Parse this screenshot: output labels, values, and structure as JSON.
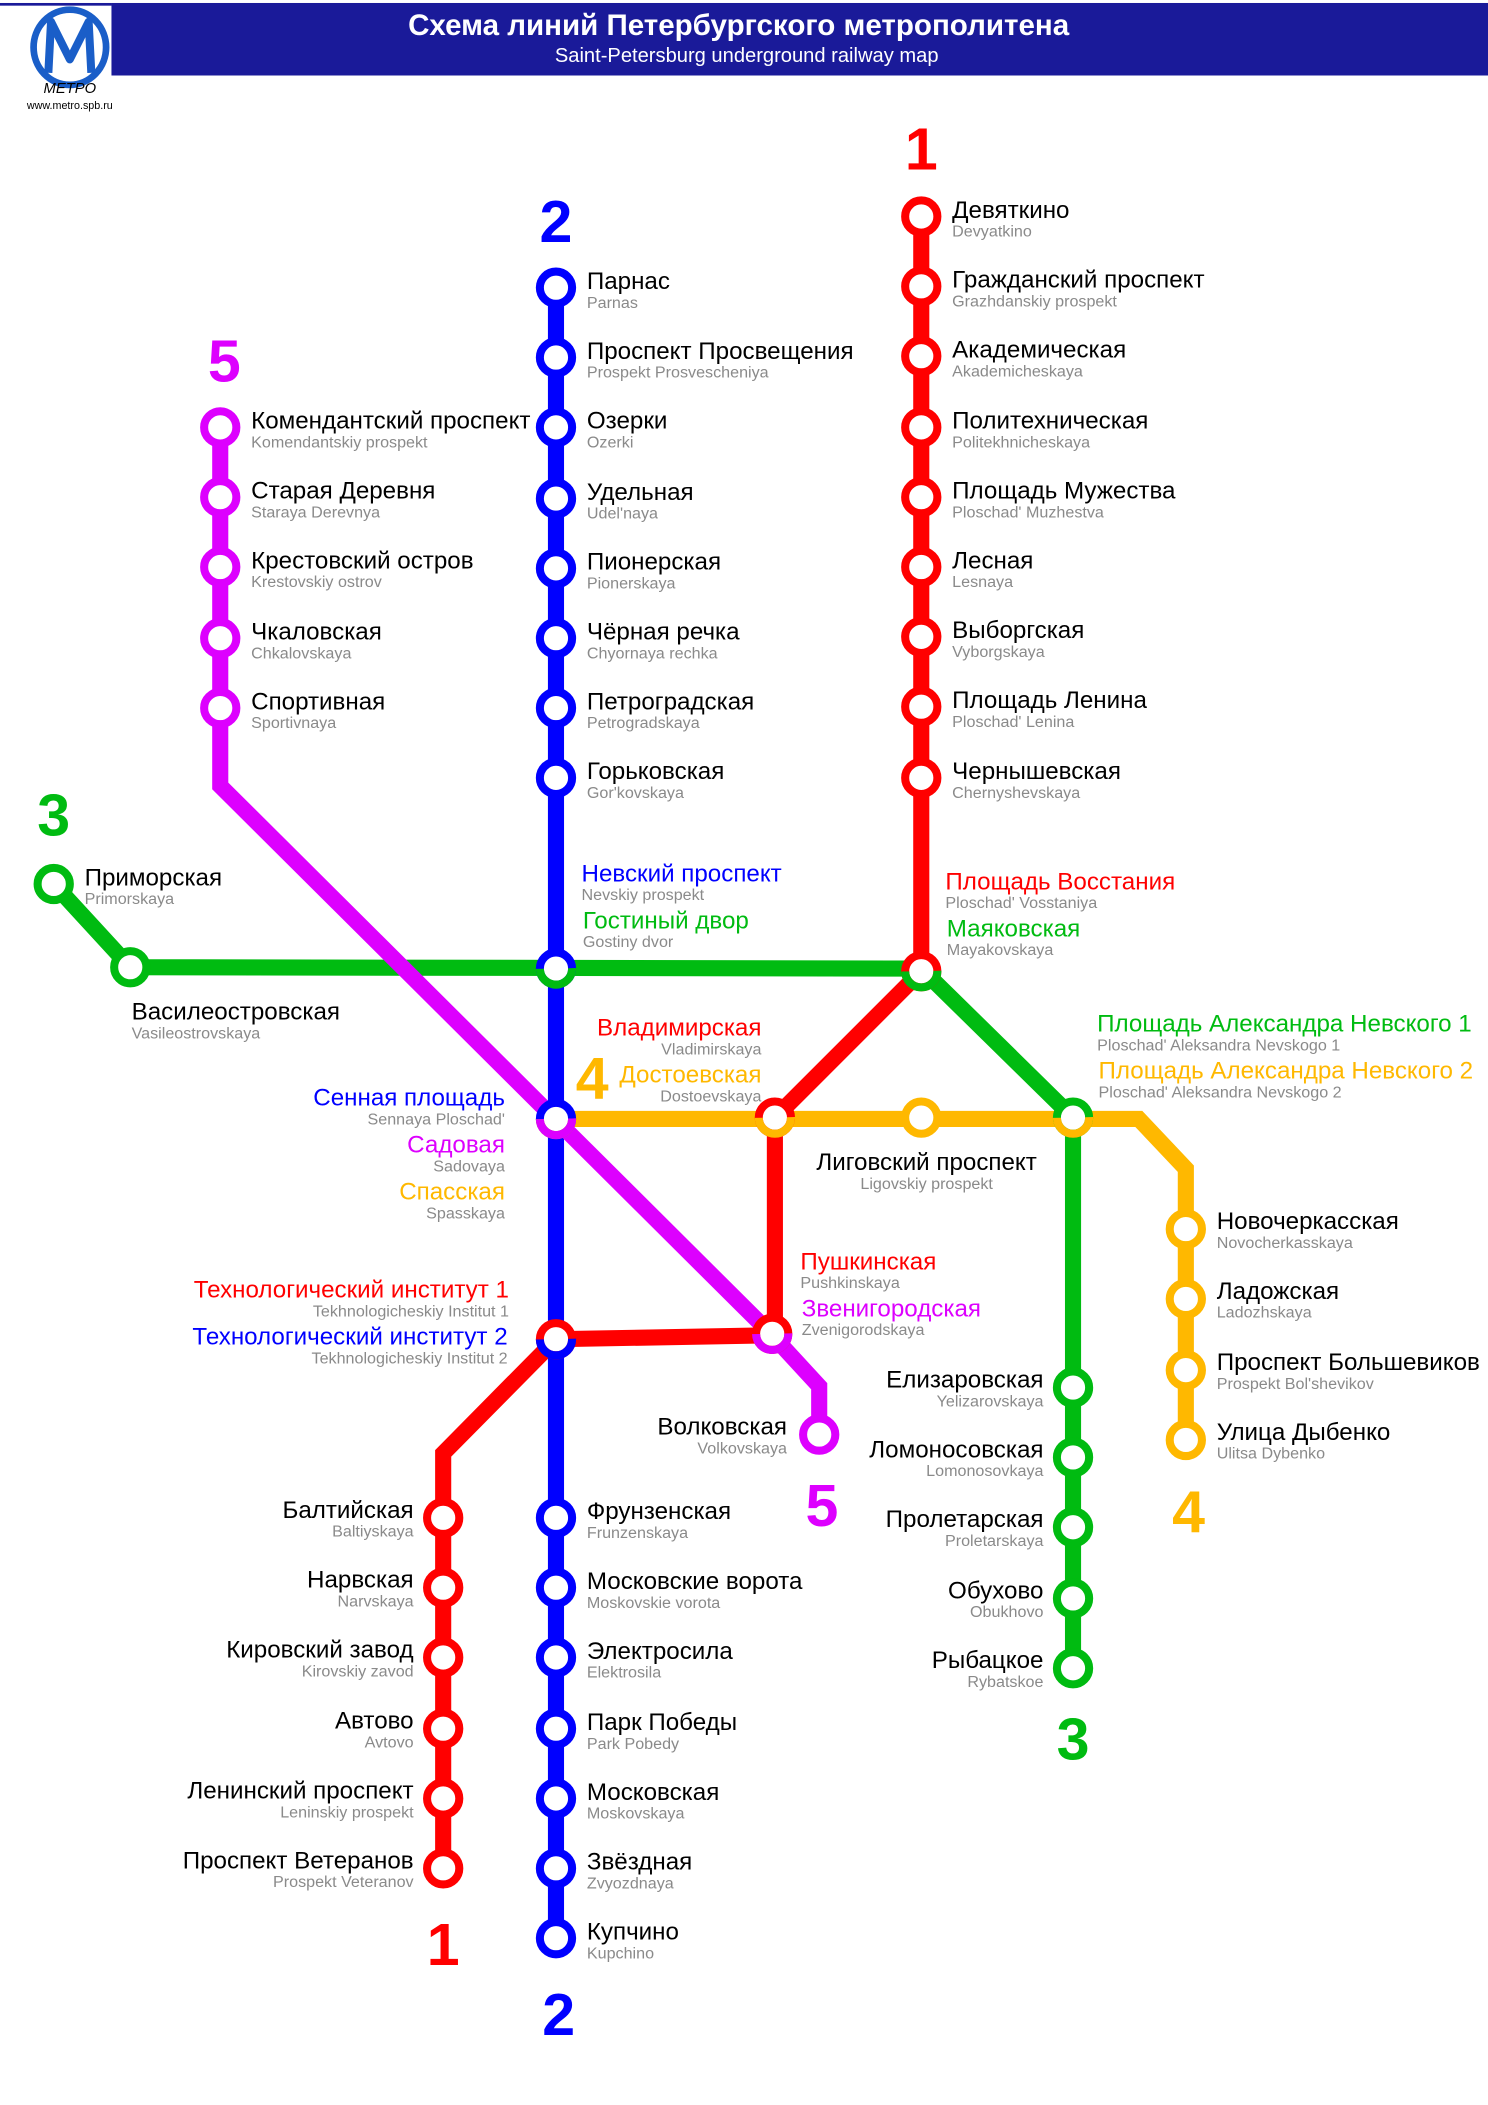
{
  "header": {
    "title": "Схема линий Петербургского метрополитена",
    "subtitle": "Saint-Petersburg underground railway map",
    "logo_text": "МЕТРО",
    "logo_url_text": "www.metro.spb.ru",
    "background": "#1A1A99"
  },
  "lines": {
    "l1": {
      "number": "1",
      "color": "#FF0000",
      "stations": [
        {
          "ru": "Девяткино",
          "en": "Devyatkino"
        },
        {
          "ru": "Гражданский проспект",
          "en": "Grazhdanskiy prospekt"
        },
        {
          "ru": "Академическая",
          "en": "Akademicheskaya"
        },
        {
          "ru": "Политехническая",
          "en": "Politekhnicheskaya"
        },
        {
          "ru": "Площадь Мужества",
          "en": "Ploschad' Muzhestva"
        },
        {
          "ru": "Лесная",
          "en": "Lesnaya"
        },
        {
          "ru": "Выборгская",
          "en": "Vyborgskaya"
        },
        {
          "ru": "Площадь Ленина",
          "en": "Ploschad' Lenina"
        },
        {
          "ru": "Чернышевская",
          "en": "Chernyshevskaya"
        },
        {
          "ru": "Площадь Восстания",
          "en": "Ploschad' Vosstaniya"
        },
        {
          "ru": "Владимирская",
          "en": "Vladimirskaya"
        },
        {
          "ru": "Пушкинская",
          "en": "Pushkinskaya"
        },
        {
          "ru": "Технологический институт 1",
          "en": "Tekhnologicheskiy Institut 1"
        },
        {
          "ru": "Балтийская",
          "en": "Baltiyskaya"
        },
        {
          "ru": "Нарвская",
          "en": "Narvskaya"
        },
        {
          "ru": "Кировский завод",
          "en": "Kirovskiy zavod"
        },
        {
          "ru": "Автово",
          "en": "Avtovo"
        },
        {
          "ru": "Ленинский проспект",
          "en": "Leninskiy prospekt"
        },
        {
          "ru": "Проспект Ветеранов",
          "en": "Prospekt Veteranov"
        }
      ]
    },
    "l2": {
      "number": "2",
      "color": "#0000FF",
      "stations": [
        {
          "ru": "Парнас",
          "en": "Parnas"
        },
        {
          "ru": "Проспект Просвещения",
          "en": "Prospekt Prosvescheniya"
        },
        {
          "ru": "Озерки",
          "en": "Ozerki"
        },
        {
          "ru": "Удельная",
          "en": "Udel'naya"
        },
        {
          "ru": "Пионерская",
          "en": "Pionerskaya"
        },
        {
          "ru": "Чёрная речка",
          "en": "Chyornaya rechka"
        },
        {
          "ru": "Петроградская",
          "en": "Petrogradskaya"
        },
        {
          "ru": "Горьковская",
          "en": "Gor'kovskaya"
        },
        {
          "ru": "Невский проспект",
          "en": "Nevskiy prospekt"
        },
        {
          "ru": "Сенная площадь",
          "en": "Sennaya Ploschad'"
        },
        {
          "ru": "Технологический институт 2",
          "en": "Tekhnologicheskiy Institut 2"
        },
        {
          "ru": "Фрунзенская",
          "en": "Frunzenskaya"
        },
        {
          "ru": "Московские ворота",
          "en": "Moskovskie vorota"
        },
        {
          "ru": "Электросила",
          "en": "Elektrosila"
        },
        {
          "ru": "Парк Победы",
          "en": "Park Pobedy"
        },
        {
          "ru": "Московская",
          "en": "Moskovskaya"
        },
        {
          "ru": "Звёздная",
          "en": "Zvyozdnaya"
        },
        {
          "ru": "Купчино",
          "en": "Kupchino"
        }
      ]
    },
    "l3": {
      "number": "3",
      "color": "#00BB11",
      "stations": [
        {
          "ru": "Приморская",
          "en": "Primorskaya"
        },
        {
          "ru": "Василеостровская",
          "en": "Vasileostrovskaya"
        },
        {
          "ru": "Гостиный двор",
          "en": "Gostiny dvor"
        },
        {
          "ru": "Маяковская",
          "en": "Mayakovskaya"
        },
        {
          "ru": "Площадь Александра Невского 1",
          "en": "Ploschad' Aleksandra Nevskogo 1"
        },
        {
          "ru": "Елизаровская",
          "en": "Yelizarovskaya"
        },
        {
          "ru": "Ломоносовская",
          "en": "Lomonosovkaya"
        },
        {
          "ru": "Пролетарская",
          "en": "Proletarskaya"
        },
        {
          "ru": "Обухово",
          "en": "Obukhovo"
        },
        {
          "ru": "Рыбацкое",
          "en": "Rybatskoe"
        }
      ]
    },
    "l4": {
      "number": "4",
      "color": "#FFB800",
      "stations": [
        {
          "ru": "Спасская",
          "en": "Spasskaya"
        },
        {
          "ru": "Достоевская",
          "en": "Dostoevskaya"
        },
        {
          "ru": "Лиговский проспект",
          "en": "Ligovskiy prospekt"
        },
        {
          "ru": "Площадь Александра Невского 2",
          "en": "Ploschad' Aleksandra Nevskogo 2"
        },
        {
          "ru": "Новочеркасская",
          "en": "Novocherkasskaya"
        },
        {
          "ru": "Ладожская",
          "en": "Ladozhskaya"
        },
        {
          "ru": "Проспект Большевиков",
          "en": "Prospekt Bol'shevikov"
        },
        {
          "ru": "Улица Дыбенко",
          "en": "Ulitsa Dybenko"
        }
      ]
    },
    "l5": {
      "number": "5",
      "color": "#DD00FF",
      "stations": [
        {
          "ru": "Комендантский проспект",
          "en": "Komendantskiy prospekt"
        },
        {
          "ru": "Старая Деревня",
          "en": "Staraya Derevnya"
        },
        {
          "ru": "Крестовский остров",
          "en": "Krestovskiy ostrov"
        },
        {
          "ru": "Чкаловская",
          "en": "Chkalovskaya"
        },
        {
          "ru": "Спортивная",
          "en": "Sportivnaya"
        },
        {
          "ru": "Садовая",
          "en": "Sadovaya"
        },
        {
          "ru": "Звенигородская",
          "en": "Zvenigorodskaya"
        },
        {
          "ru": "Волковская",
          "en": "Volkovskaya"
        }
      ]
    }
  }
}
